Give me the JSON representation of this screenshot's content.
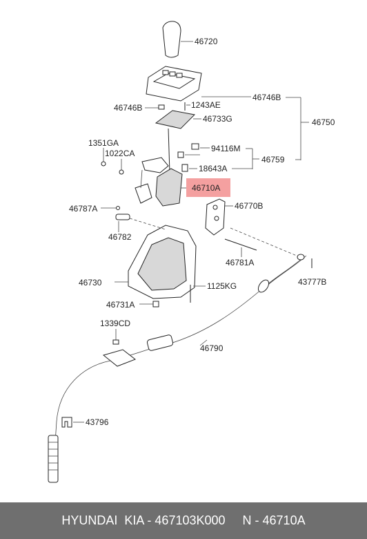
{
  "diagram": {
    "highlight_color": "#f4a0a0",
    "labels": {
      "p46720": "46720",
      "p46746b_r": "46746B",
      "p46750": "46750",
      "p46746b_l": "46746B",
      "p1243ae": "1243AE",
      "p46733g": "46733G",
      "p1351ga": "1351GA",
      "p1022ca": "1022CA",
      "p94116m": "94116M",
      "p46759": "46759",
      "p18643a": "18643A",
      "p46710a": "46710A",
      "p46787a": "46787A",
      "p46770b": "46770B",
      "p46782": "46782",
      "p46781a": "46781A",
      "p46730": "46730",
      "p1125kg": "1125KG",
      "p43777b": "43777B",
      "p46731a": "46731A",
      "p1339cd": "1339CD",
      "p46790": "46790",
      "p43796": "43796"
    }
  },
  "footer": {
    "text": "HYUNDAI  KIA - 467103K000     N - 46710A"
  }
}
